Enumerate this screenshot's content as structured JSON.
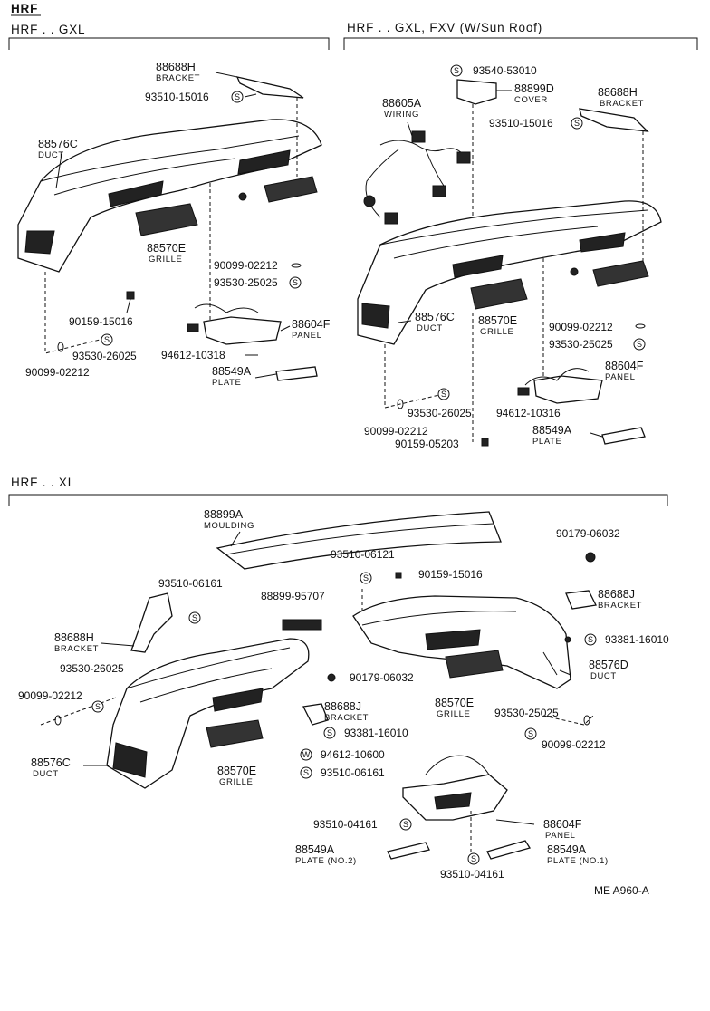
{
  "header": {
    "main_title": "HRF"
  },
  "sections": {
    "gxl": "HRF . . GXL",
    "sunroof": "HRF . . GXL, FXV (W/Sun Roof)",
    "xl": "HRF . . XL"
  },
  "gxl": {
    "bracket_h": {
      "number": "88688H",
      "name": "BRACKET"
    },
    "screw_bracket": "93510-15016",
    "duct_c": {
      "number": "88576C",
      "name": "DUCT"
    },
    "grille_e": {
      "number": "88570E",
      "name": "GRILLE"
    },
    "washer_a": "90099-02212",
    "screw_a": "93530-25025",
    "bolt": "90159-15016",
    "panel_f": {
      "number": "88604F",
      "name": "PANEL"
    },
    "screw_b": "93530-26025",
    "screw_panel": "94612-10318",
    "washer_b": "90099-02212",
    "plate_a": {
      "number": "88549A",
      "name": "PLATE"
    }
  },
  "sunroof": {
    "screw_cover": "93540-53010",
    "cover_d": {
      "number": "88899D",
      "name": "COVER"
    },
    "wiring_a": {
      "number": "88605A",
      "name": "WIRING"
    },
    "bracket_h": {
      "number": "88688H",
      "name": "BRACKET"
    },
    "screw_bracket": "93510-15016",
    "duct_c": {
      "number": "88576C",
      "name": "DUCT"
    },
    "grille_e": {
      "number": "88570E",
      "name": "GRILLE"
    },
    "washer_a": "90099-02212",
    "screw_a": "93530-25025",
    "panel_f": {
      "number": "88604F",
      "name": "PANEL"
    },
    "screw_b": "93530-26025",
    "screw_panel": "94612-10316",
    "washer_b": "90099-02212",
    "plate_a": {
      "number": "88549A",
      "name": "PLATE"
    },
    "bolt": "90159-05203"
  },
  "xl": {
    "moulding_a": {
      "number": "88899A",
      "name": "MOULDING"
    },
    "nut_top": "90179-06032",
    "screw_top": "93510-06121",
    "bolt_top": "90159-15016",
    "screw_left": "93510-06161",
    "pad": "88899-95707",
    "bracket_j_right": {
      "number": "88688J",
      "name": "BRACKET"
    },
    "bracket_h": {
      "number": "88688H",
      "name": "BRACKET"
    },
    "screw_right": "93381-16010",
    "screw_b": "93530-26025",
    "nut_mid": "90179-06032",
    "duct_d": {
      "number": "88576D",
      "name": "DUCT"
    },
    "washer_left": "90099-02212",
    "bracket_j_mid": {
      "number": "88688J",
      "name": "BRACKET"
    },
    "screw_mid": "93381-16010",
    "grille_e_right": {
      "number": "88570E",
      "name": "GRILLE"
    },
    "screw_a": "93530-25025",
    "washer_right": "90099-02212",
    "screw_w": "94612-10600",
    "duct_c": {
      "number": "88576C",
      "name": "DUCT"
    },
    "grille_e_left": {
      "number": "88570E",
      "name": "GRILLE"
    },
    "screw_mid2": "93510-06161",
    "screw_panel_left": "93510-04161",
    "panel_f": {
      "number": "88604F",
      "name": "PANEL"
    },
    "plate_no2": {
      "number": "88549A",
      "name": "PLATE (NO.2)"
    },
    "plate_no1": {
      "number": "88549A",
      "name": "PLATE (NO.1)"
    },
    "screw_panel_bottom": "93510-04161"
  },
  "footer": {
    "code": "ME  A960-A"
  },
  "symbols": {
    "s": "S",
    "w": "W"
  }
}
